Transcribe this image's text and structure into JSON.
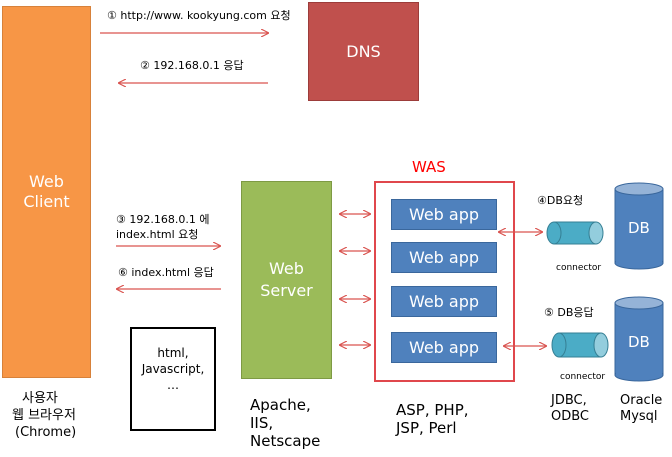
{
  "nodes": {
    "web_client": [
      "Web",
      "Client"
    ],
    "dns": "DNS",
    "web_server": [
      "Web",
      "Server"
    ],
    "was_title": "WAS",
    "web_apps": [
      "Web app",
      "Web app",
      "Web app",
      "Web app"
    ],
    "db": [
      "DB",
      "DB"
    ],
    "connector": [
      "connector",
      "connector"
    ]
  },
  "arrows_text": {
    "step1": "① http://www. kookyung.com 요청",
    "step2": "② 192.168.0.1 응답",
    "step3a": "③ 192.168.0.1 에",
    "step3b": "index.html 요청",
    "step6": "⑥ index.html 응답",
    "step4": "④DB요청",
    "step5": "⑤ DB응답"
  },
  "note": "html,\nJavascript,\n…",
  "captions": {
    "client_l1": "사용자",
    "client_l2": "웹 브라우저",
    "client_l3": "(Chrome)",
    "server": "Apache,\nIIS,\nNetscape",
    "was": "ASP, PHP,\nJSP, Perl",
    "jdbc": "JDBC,\nODBC",
    "oracle": "Oracle\nMysql"
  },
  "colors": {
    "client": "#f79646",
    "dns": "#c0504d",
    "server": "#9bbb59",
    "app": "#4f81bd",
    "was_border": "#e0474c",
    "arrow": "#d9534f"
  }
}
